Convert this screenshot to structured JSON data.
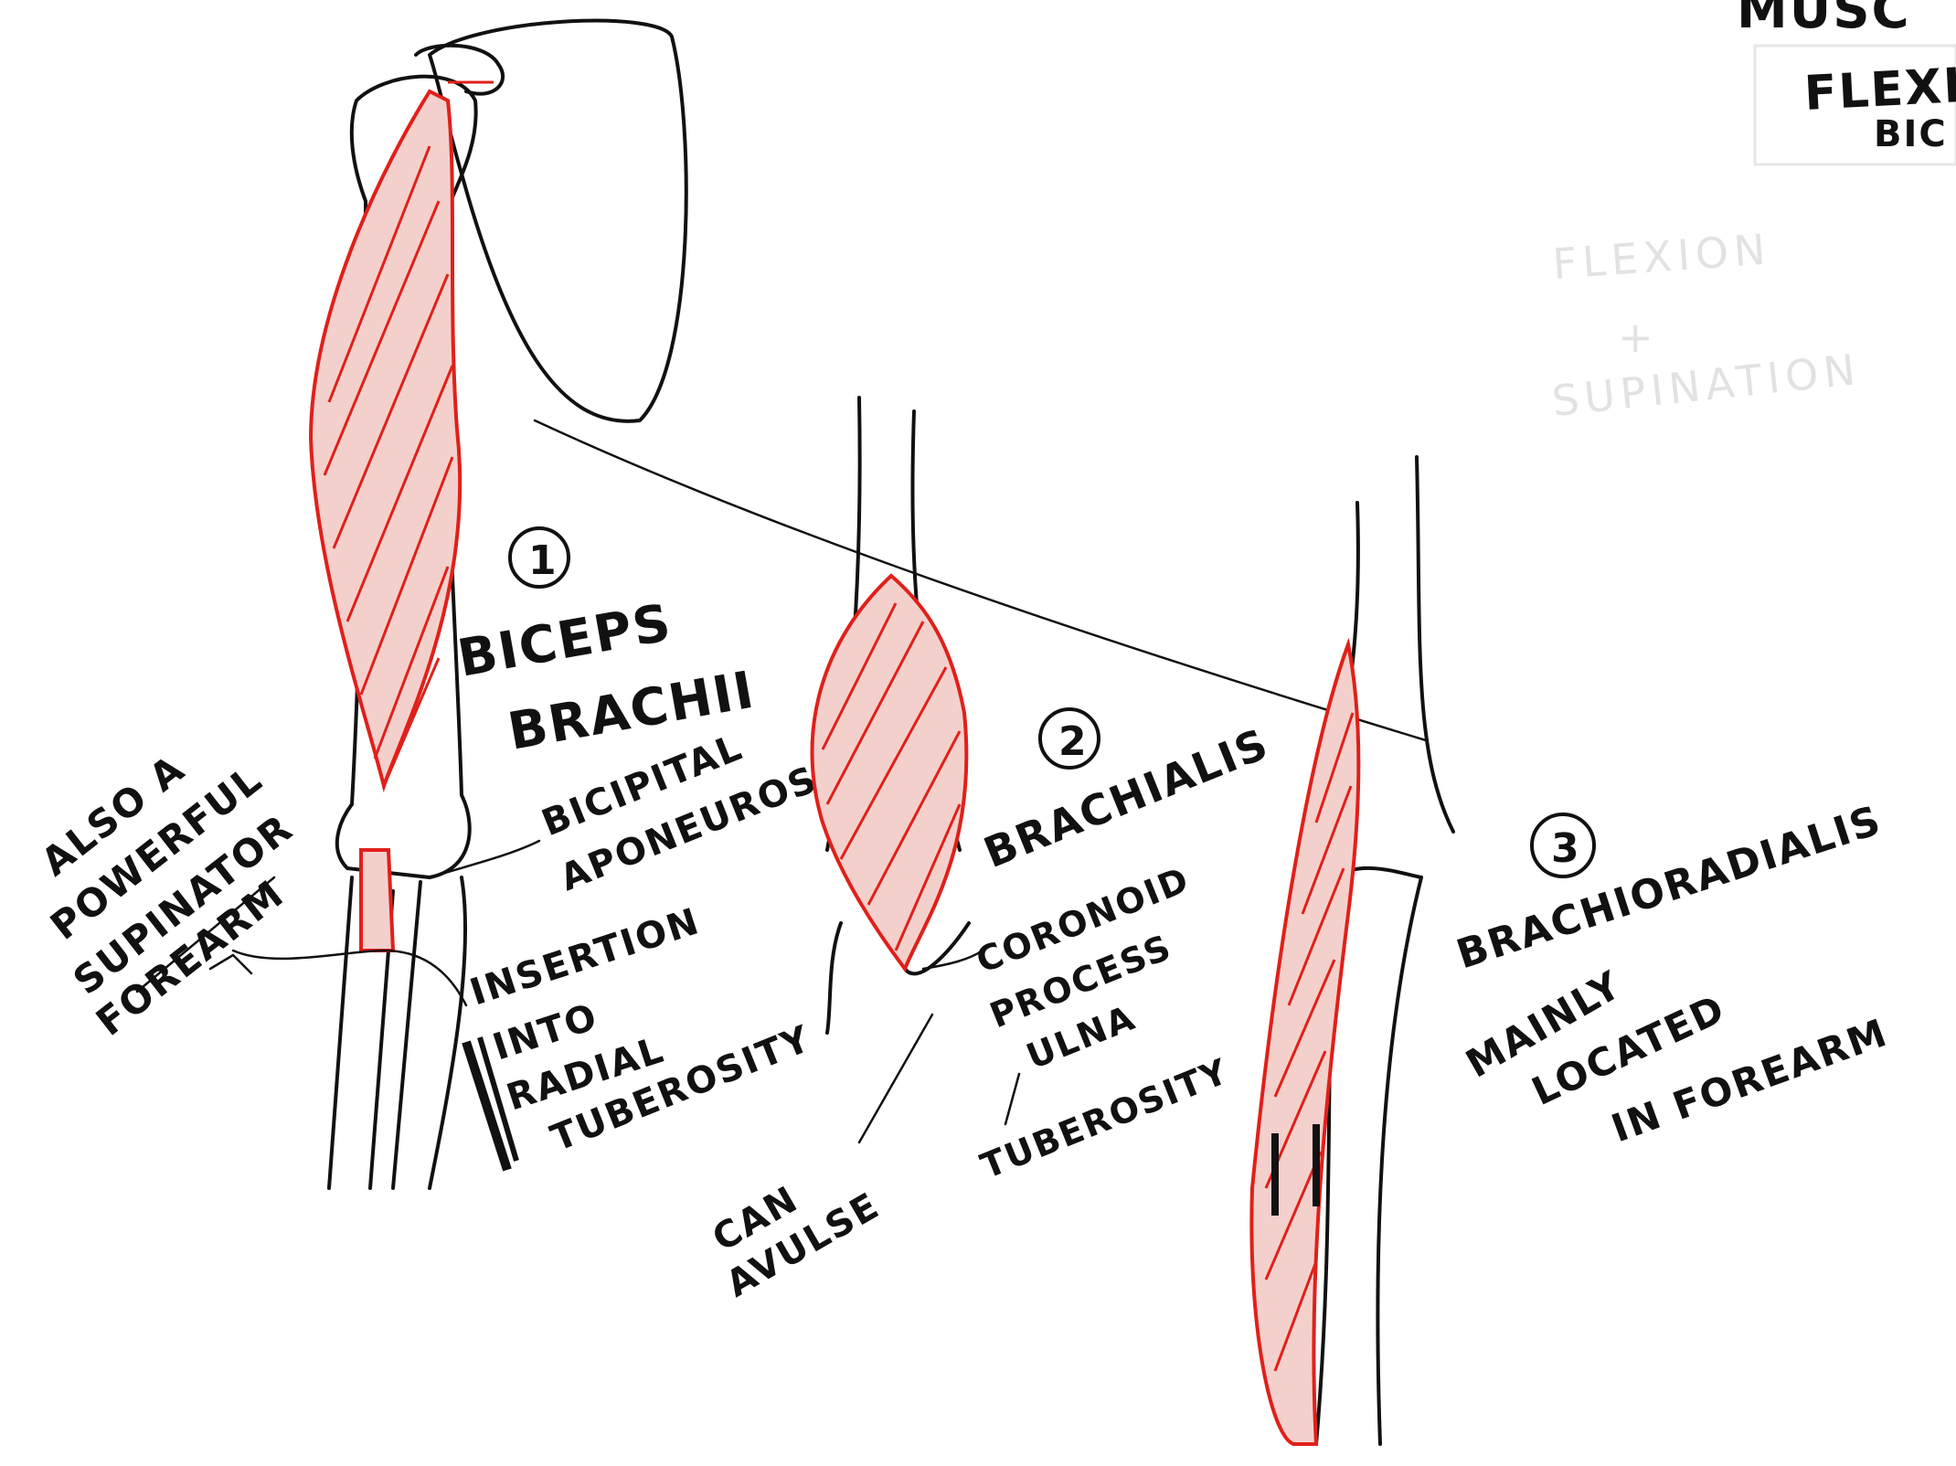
{
  "title_corner": {
    "line1": "MUSC",
    "line2": "FLEXI",
    "line3": "BIC"
  },
  "faint_notes": {
    "line1": "FLEXION",
    "line2": "+",
    "line3": "SUPINATION"
  },
  "muscles": [
    {
      "number": "1",
      "name_line1": "BICEPS",
      "name_line2": "BRACHII"
    },
    {
      "number": "2",
      "name_line1": "BRACHIALIS"
    },
    {
      "number": "3",
      "name_line1": "BRACHIORADIALIS"
    }
  ],
  "notes": {
    "also_line1": "ALSO A",
    "also_line2": "POWERFUL",
    "also_line3": "SUPINATOR",
    "also_line4": "FOREARM",
    "bicipital_line1": "BICIPITAL",
    "bicipital_line2": "APONEUROSIS",
    "insertion_line1": "INSERTION",
    "insertion_line2": "INTO",
    "insertion_line3": "RADIAL",
    "insertion_line4": "TUBEROSITY",
    "coronoid_line1": "CORONOID",
    "coronoid_line2": "PROCESS",
    "coronoid_line3": "ULNA",
    "tuberosity_line1": "TUBEROSITY",
    "can_line1": "CAN",
    "can_line2": "AVULSE",
    "brachioradialis_line1": "MAINLY",
    "brachioradialis_line2": "LOCATED",
    "brachioradialis_line3": "IN FOREARM"
  },
  "colors": {
    "muscle_red": "#e0201a",
    "ink": "#111111",
    "paper": "#ffffff"
  }
}
